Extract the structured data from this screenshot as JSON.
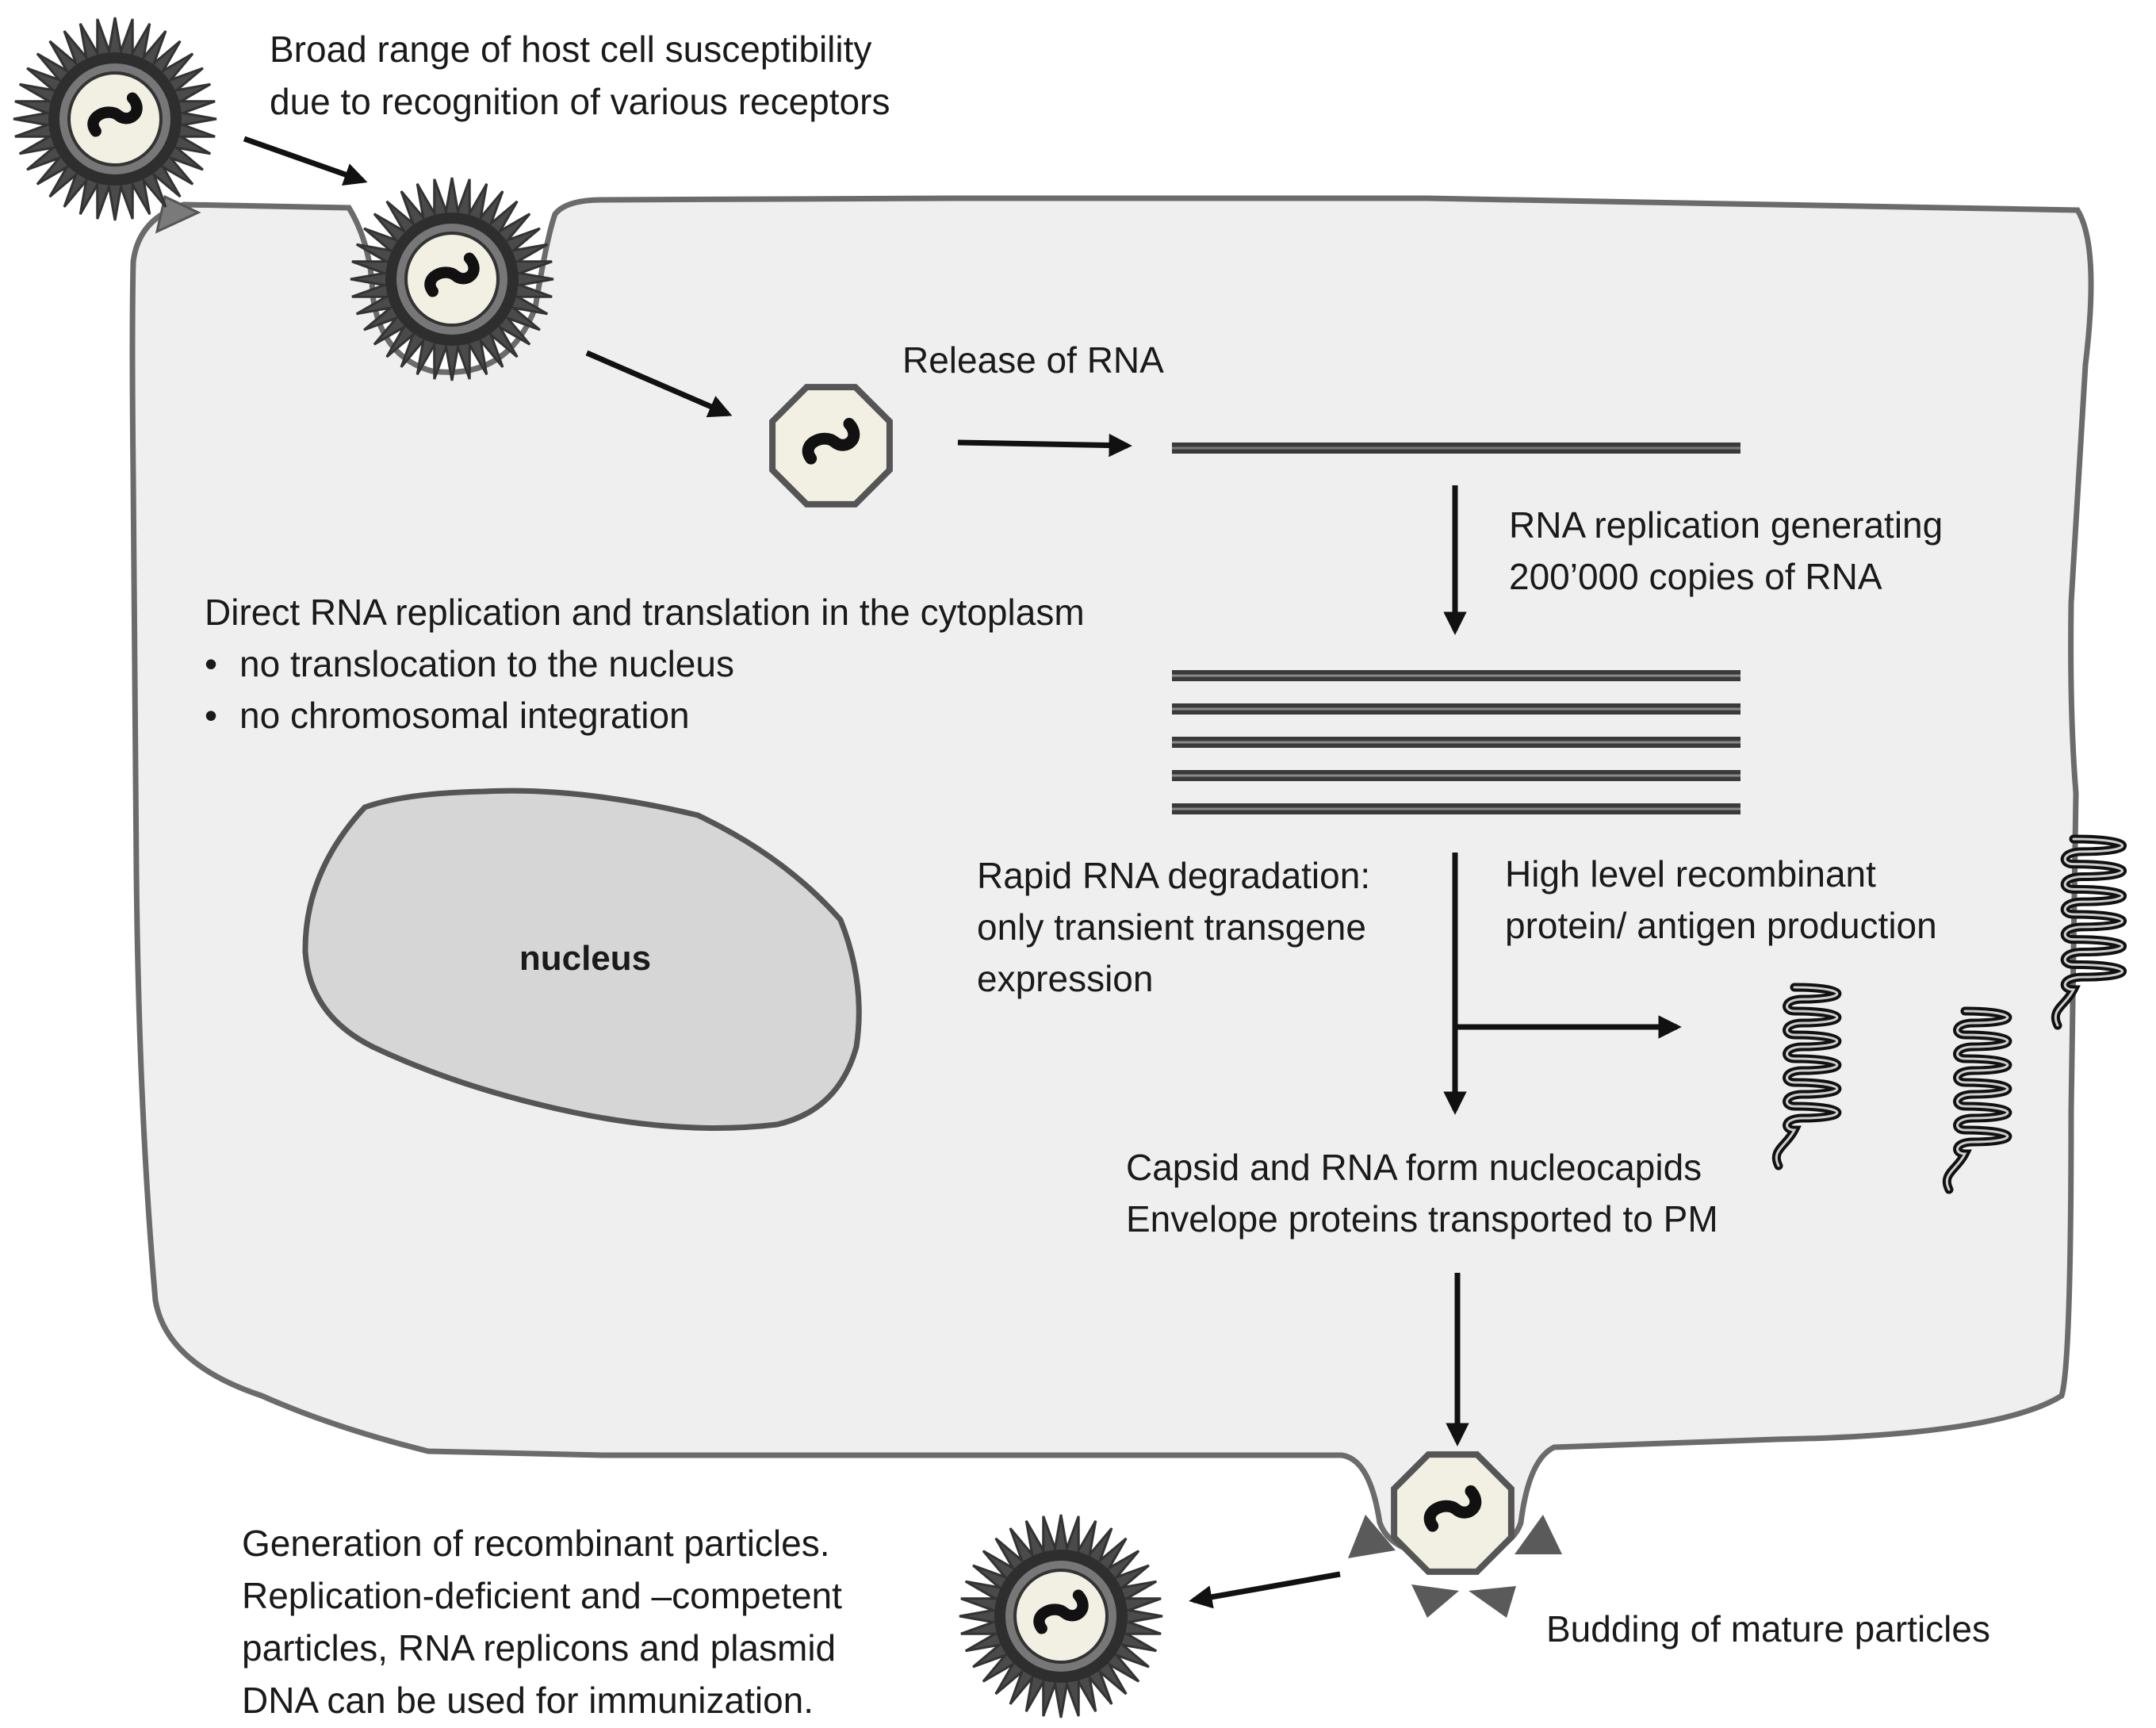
{
  "colors": {
    "cell_fill": "#efefef",
    "cell_stroke": "#6b6b6b",
    "nucleus_fill": "#d6d6d6",
    "virus_body": "#f1f0e2",
    "virus_spikes": "#4a4a4a",
    "rna_strand": "#3a3a3a",
    "arrow": "#111111",
    "glycoprotein": "#5a5a5a"
  },
  "icons": {
    "virus": "spiky-virus-particle-icon",
    "capsid": "nucleocapsid-icon",
    "protein": "coiled-protein-icon",
    "rna": "rna-strand-icon"
  },
  "labels": {
    "host_cell_line1": "Broad range of host cell susceptibility",
    "host_cell_line2": "due to recognition of various receptors",
    "release_rna": "Release of RNA",
    "replication_line1": "RNA replication generating",
    "replication_line2": "200’000 copies of RNA",
    "cytoplasm_title": "Direct RNA replication and translation in the cytoplasm",
    "cytoplasm_bullet1": "no translocation to the nucleus",
    "cytoplasm_bullet2": "no chromosomal integration",
    "nucleus": "nucleus",
    "degradation_line1": "Rapid RNA degradation:",
    "degradation_line2": "only transient transgene",
    "degradation_line3": "expression",
    "protein_line1": "High level recombinant",
    "protein_line2": "protein/ antigen production",
    "nucleocapsid_line1": "Capsid and RNA form nucleocapids",
    "nucleocapsid_line2": "Envelope proteins transported to PM",
    "budding": "Budding of mature particles",
    "recombinant_line1": "Generation of recombinant particles.",
    "recombinant_line2": "Replication-deficient and –competent",
    "recombinant_line3": "particles, RNA replicons and plasmid",
    "recombinant_line4": "DNA can be used for immunization."
  }
}
